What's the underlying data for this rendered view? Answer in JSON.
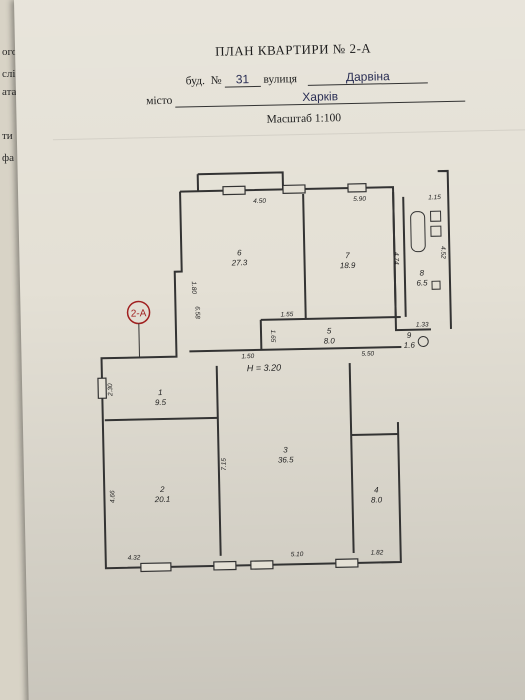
{
  "left_sheet_fragments": [
    "ого",
    "слі",
    "ата",
    "ти",
    "фа"
  ],
  "header": {
    "title": "ПЛАН КВАРТИРИ № 2-А",
    "bud_label": "буд.",
    "no_label": "№",
    "building_number": "31",
    "street_label": "вулиця",
    "street": "Дарвіна",
    "city_label": "місто",
    "city": "Харків",
    "scale": "Масштаб 1:100"
  },
  "plan": {
    "apartment_marker": "2-А",
    "ceiling_height": "Н = 3.20",
    "rooms": [
      {
        "number": "1",
        "area": "9.5"
      },
      {
        "number": "2",
        "area": "20.1"
      },
      {
        "number": "3",
        "area": "36.5"
      },
      {
        "number": "4",
        "area": "8.0"
      },
      {
        "number": "5",
        "area": "8.0"
      },
      {
        "number": "6",
        "area": "27.3"
      },
      {
        "number": "7",
        "area": "18.9"
      },
      {
        "number": "8",
        "area": "6.5"
      },
      {
        "number": "9",
        "area": "1.6"
      }
    ],
    "dimensions": [
      "4.50",
      "5.90",
      "1.15",
      "1.80",
      "6.58",
      "4.74",
      "4.52",
      "1.55",
      "1.50",
      "1.65",
      "5.50",
      "1.33",
      "2.30",
      "4.66",
      "7.15",
      "4.32",
      "5.10",
      "1.82"
    ]
  }
}
